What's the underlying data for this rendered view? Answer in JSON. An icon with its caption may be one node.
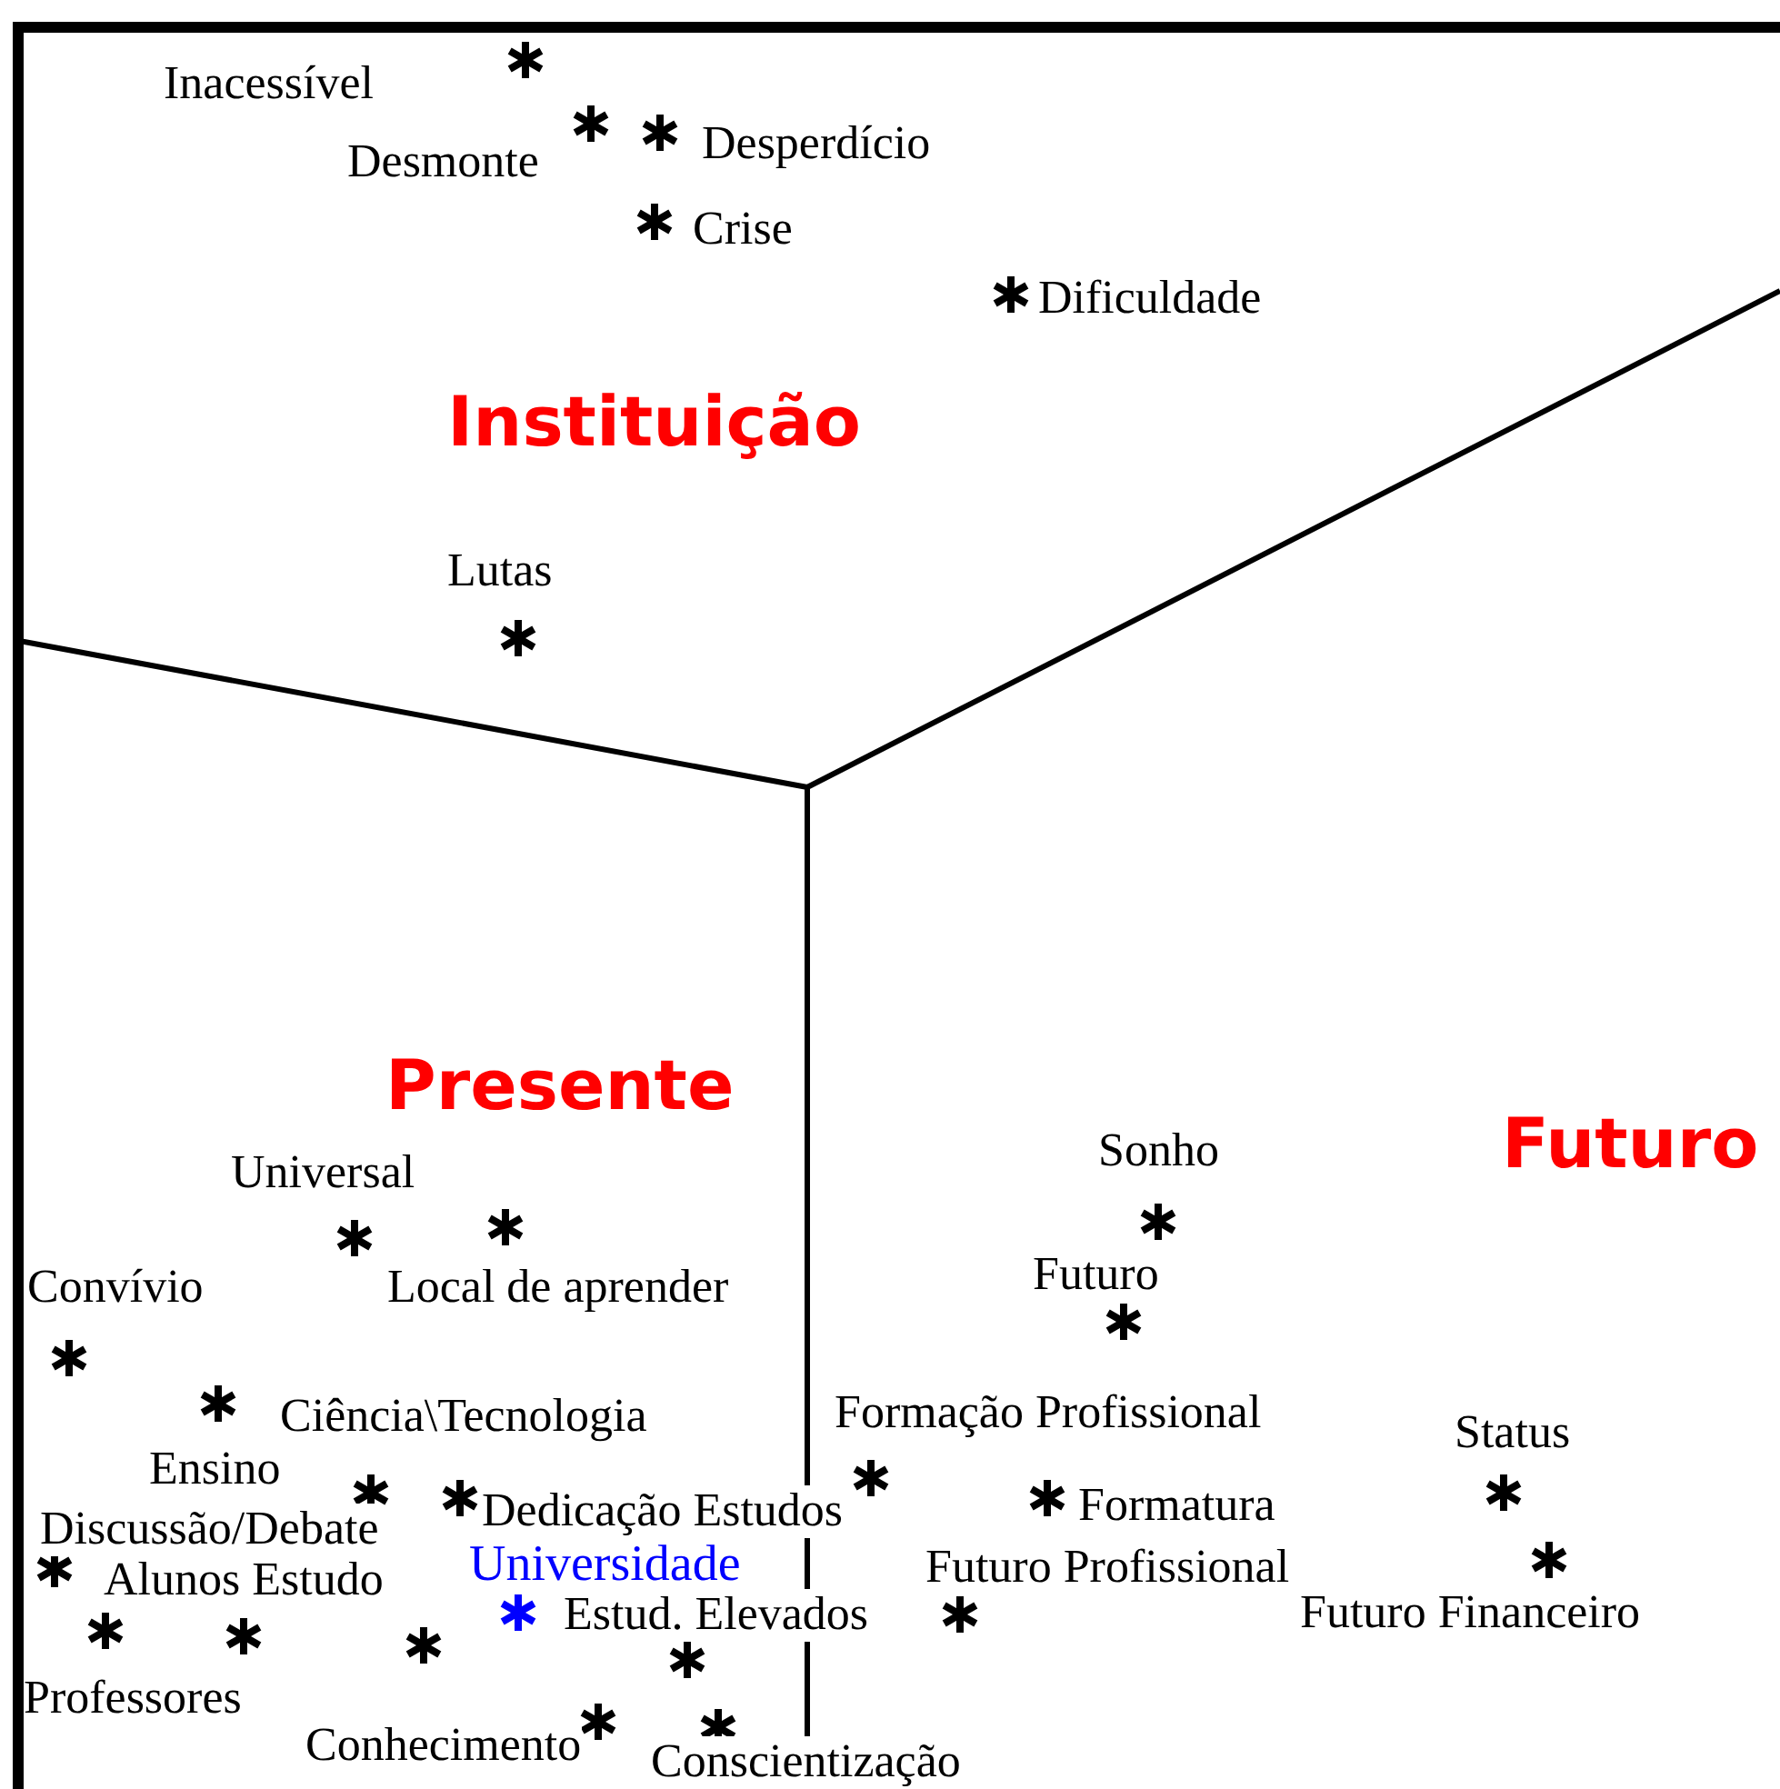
{
  "diagram": {
    "labels": [
      "Inacessível",
      "Desmonte",
      "Desperdício",
      "Crise",
      "Dificuldade",
      "Instituição",
      "Lutas",
      "Presente",
      "Universal",
      "Sonho",
      "Futuro",
      "Convívio",
      "Local de aprender",
      "Futuro",
      "Ciência\\Tecnologia",
      "Formação Profissional",
      "Status",
      "Ensino",
      "Formatura",
      "Discussão/Debate",
      "Dedicação Estudos",
      "Alunos Estudo",
      "Universidade",
      "Futuro Profissional",
      "Estud. Elevados",
      "Futuro Financeiro",
      "Professores",
      "Conhecimento",
      "Conscientização"
    ]
  }
}
